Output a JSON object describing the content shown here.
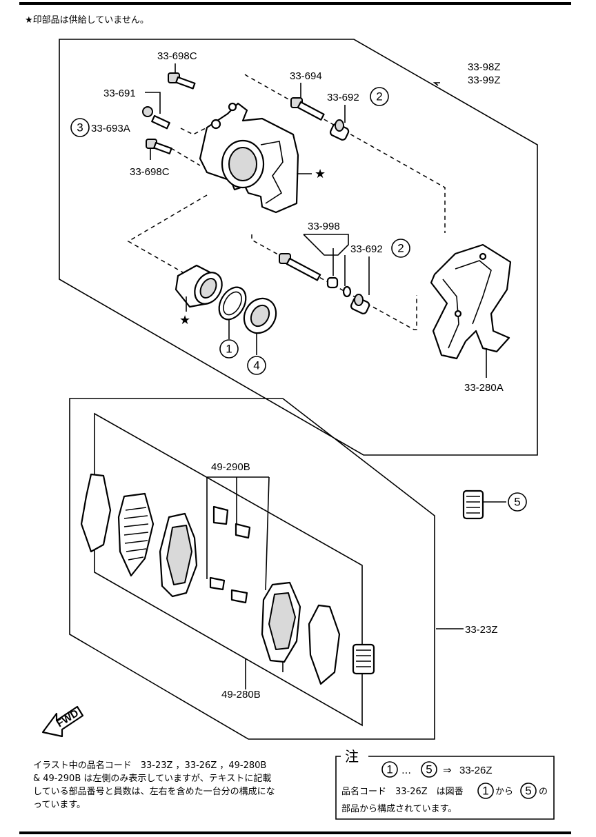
{
  "header": {
    "note": "★印部品は供給していません。"
  },
  "labels": {
    "p33_698C_top": "33-698C",
    "p33_691": "33-691",
    "p33_693A": "33-693A",
    "p33_698C_bottom": "33-698C",
    "p33_694": "33-694",
    "p33_692_top": "33-692",
    "p33_98Z": "33-98Z",
    "p33_99Z": "33-99Z",
    "p33_998": "33-998",
    "p33_692_mid": "33-692",
    "p33_280A": "33-280A",
    "p49_290B": "49-290B",
    "p33_23Z": "33-23Z",
    "p49_280B": "49-280B"
  },
  "circled": {
    "c1": "1",
    "c2a": "2",
    "c2b": "2",
    "c3": "3",
    "c4": "4",
    "c5": "5"
  },
  "symbols": {
    "star": "★",
    "fwd": "FWD"
  },
  "footnote": {
    "line1": "イラスト中の品名コード　33-23Z ，33-26Z ，49-280B",
    "line2": "& 49-290B は左側のみ表示していますが、テキストに記載",
    "line3": "している部品番号と員数は、左右を含めた一台分の構成にな",
    "line4": "っています。"
  },
  "note_box": {
    "title": "注",
    "range_sep": "…",
    "arrow": "⇒",
    "code": "33-26Z",
    "desc_prefix": "品名コード　33-26Z　は図番",
    "desc_from": "から",
    "desc_suffix": "の",
    "desc_line2": "部品から構成されています。",
    "n1": "1",
    "n5": "5"
  }
}
